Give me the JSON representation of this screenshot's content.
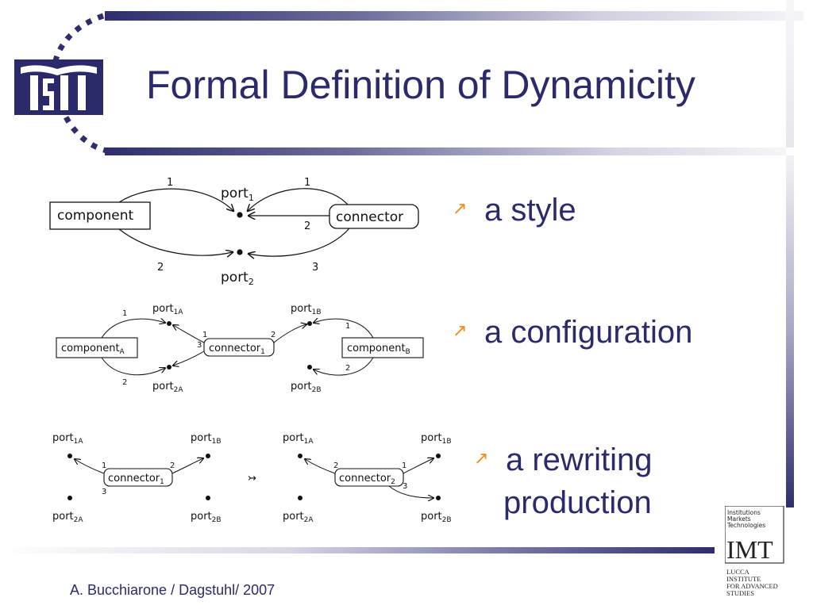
{
  "slide": {
    "title": "Formal Definition of Dynamicity",
    "footer": "A. Bucchiarone / Dagstuhl/ 2007",
    "accent_color": "#2b2b6b",
    "bullet_color": "#f08a1c",
    "bullets": [
      {
        "text": "a style",
        "icon": "arrow-up-right-icon"
      },
      {
        "text": "a configuration",
        "icon": "arrow-up-right-icon"
      },
      {
        "text_line1": "a rewriting",
        "text_line2": "production",
        "icon": "arrow-up-right-icon"
      }
    ]
  },
  "logos": {
    "left": {
      "text": "TSTI"
    },
    "right": {
      "line1": "Institutions",
      "line2": "Markets",
      "line3": "Technologies",
      "acronym": "IMT",
      "line4": "LUCCA",
      "line5": "INSTITUTE",
      "line6": "FOR ADVANCED",
      "line7": "STUDIES"
    }
  },
  "diagram_style": {
    "component": "component",
    "connector": "connector",
    "port1": "port",
    "port1_sub": "1",
    "port2": "port",
    "port2_sub": "2",
    "labels": [
      "1",
      "2",
      "1",
      "2",
      "3"
    ]
  },
  "diagram_config": {
    "componentA": "component",
    "componentA_sub": "A",
    "componentB": "component",
    "componentB_sub": "B",
    "connector": "connector",
    "connector_sub": "1",
    "port1A": "port",
    "port1A_sub": "1A",
    "port2A": "port",
    "port2A_sub": "2A",
    "port1B": "port",
    "port1B_sub": "1B",
    "port2B": "port",
    "port2B_sub": "2B",
    "labels": [
      "1",
      "2",
      "1",
      "3",
      "2",
      "1",
      "2"
    ]
  },
  "diagram_rewrite": {
    "left_connector": "connector",
    "left_connector_sub": "1",
    "right_connector": "connector",
    "right_connector_sub": "2",
    "port1A": "port",
    "port1A_sub": "1A",
    "port2A": "port",
    "port2A_sub": "2A",
    "port1B": "port",
    "port1B_sub": "1B",
    "port2B": "port",
    "port2B_sub": "2B",
    "arrow": "↣",
    "left_labels": [
      "1",
      "2",
      "3"
    ],
    "right_labels": [
      "2",
      "1",
      "3"
    ]
  }
}
